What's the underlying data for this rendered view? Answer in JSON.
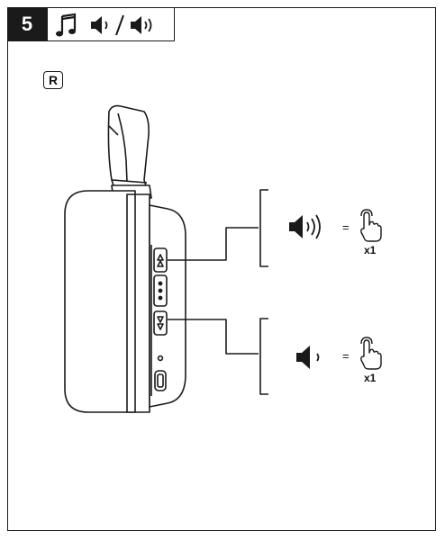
{
  "step": {
    "number": "5"
  },
  "side_label": "R",
  "volume_up": {
    "equals": "=",
    "count": "x1"
  },
  "volume_down": {
    "equals": "=",
    "count": "x1"
  },
  "icons": {
    "header": [
      "music-note-icon",
      "volume-down-icon",
      "slash",
      "volume-up-icon"
    ],
    "volume_up": "volume-up-icon",
    "volume_down": "volume-down-icon",
    "press": "finger-press-icon"
  },
  "colors": {
    "ink": "#1a1a1a",
    "background": "#ffffff"
  }
}
